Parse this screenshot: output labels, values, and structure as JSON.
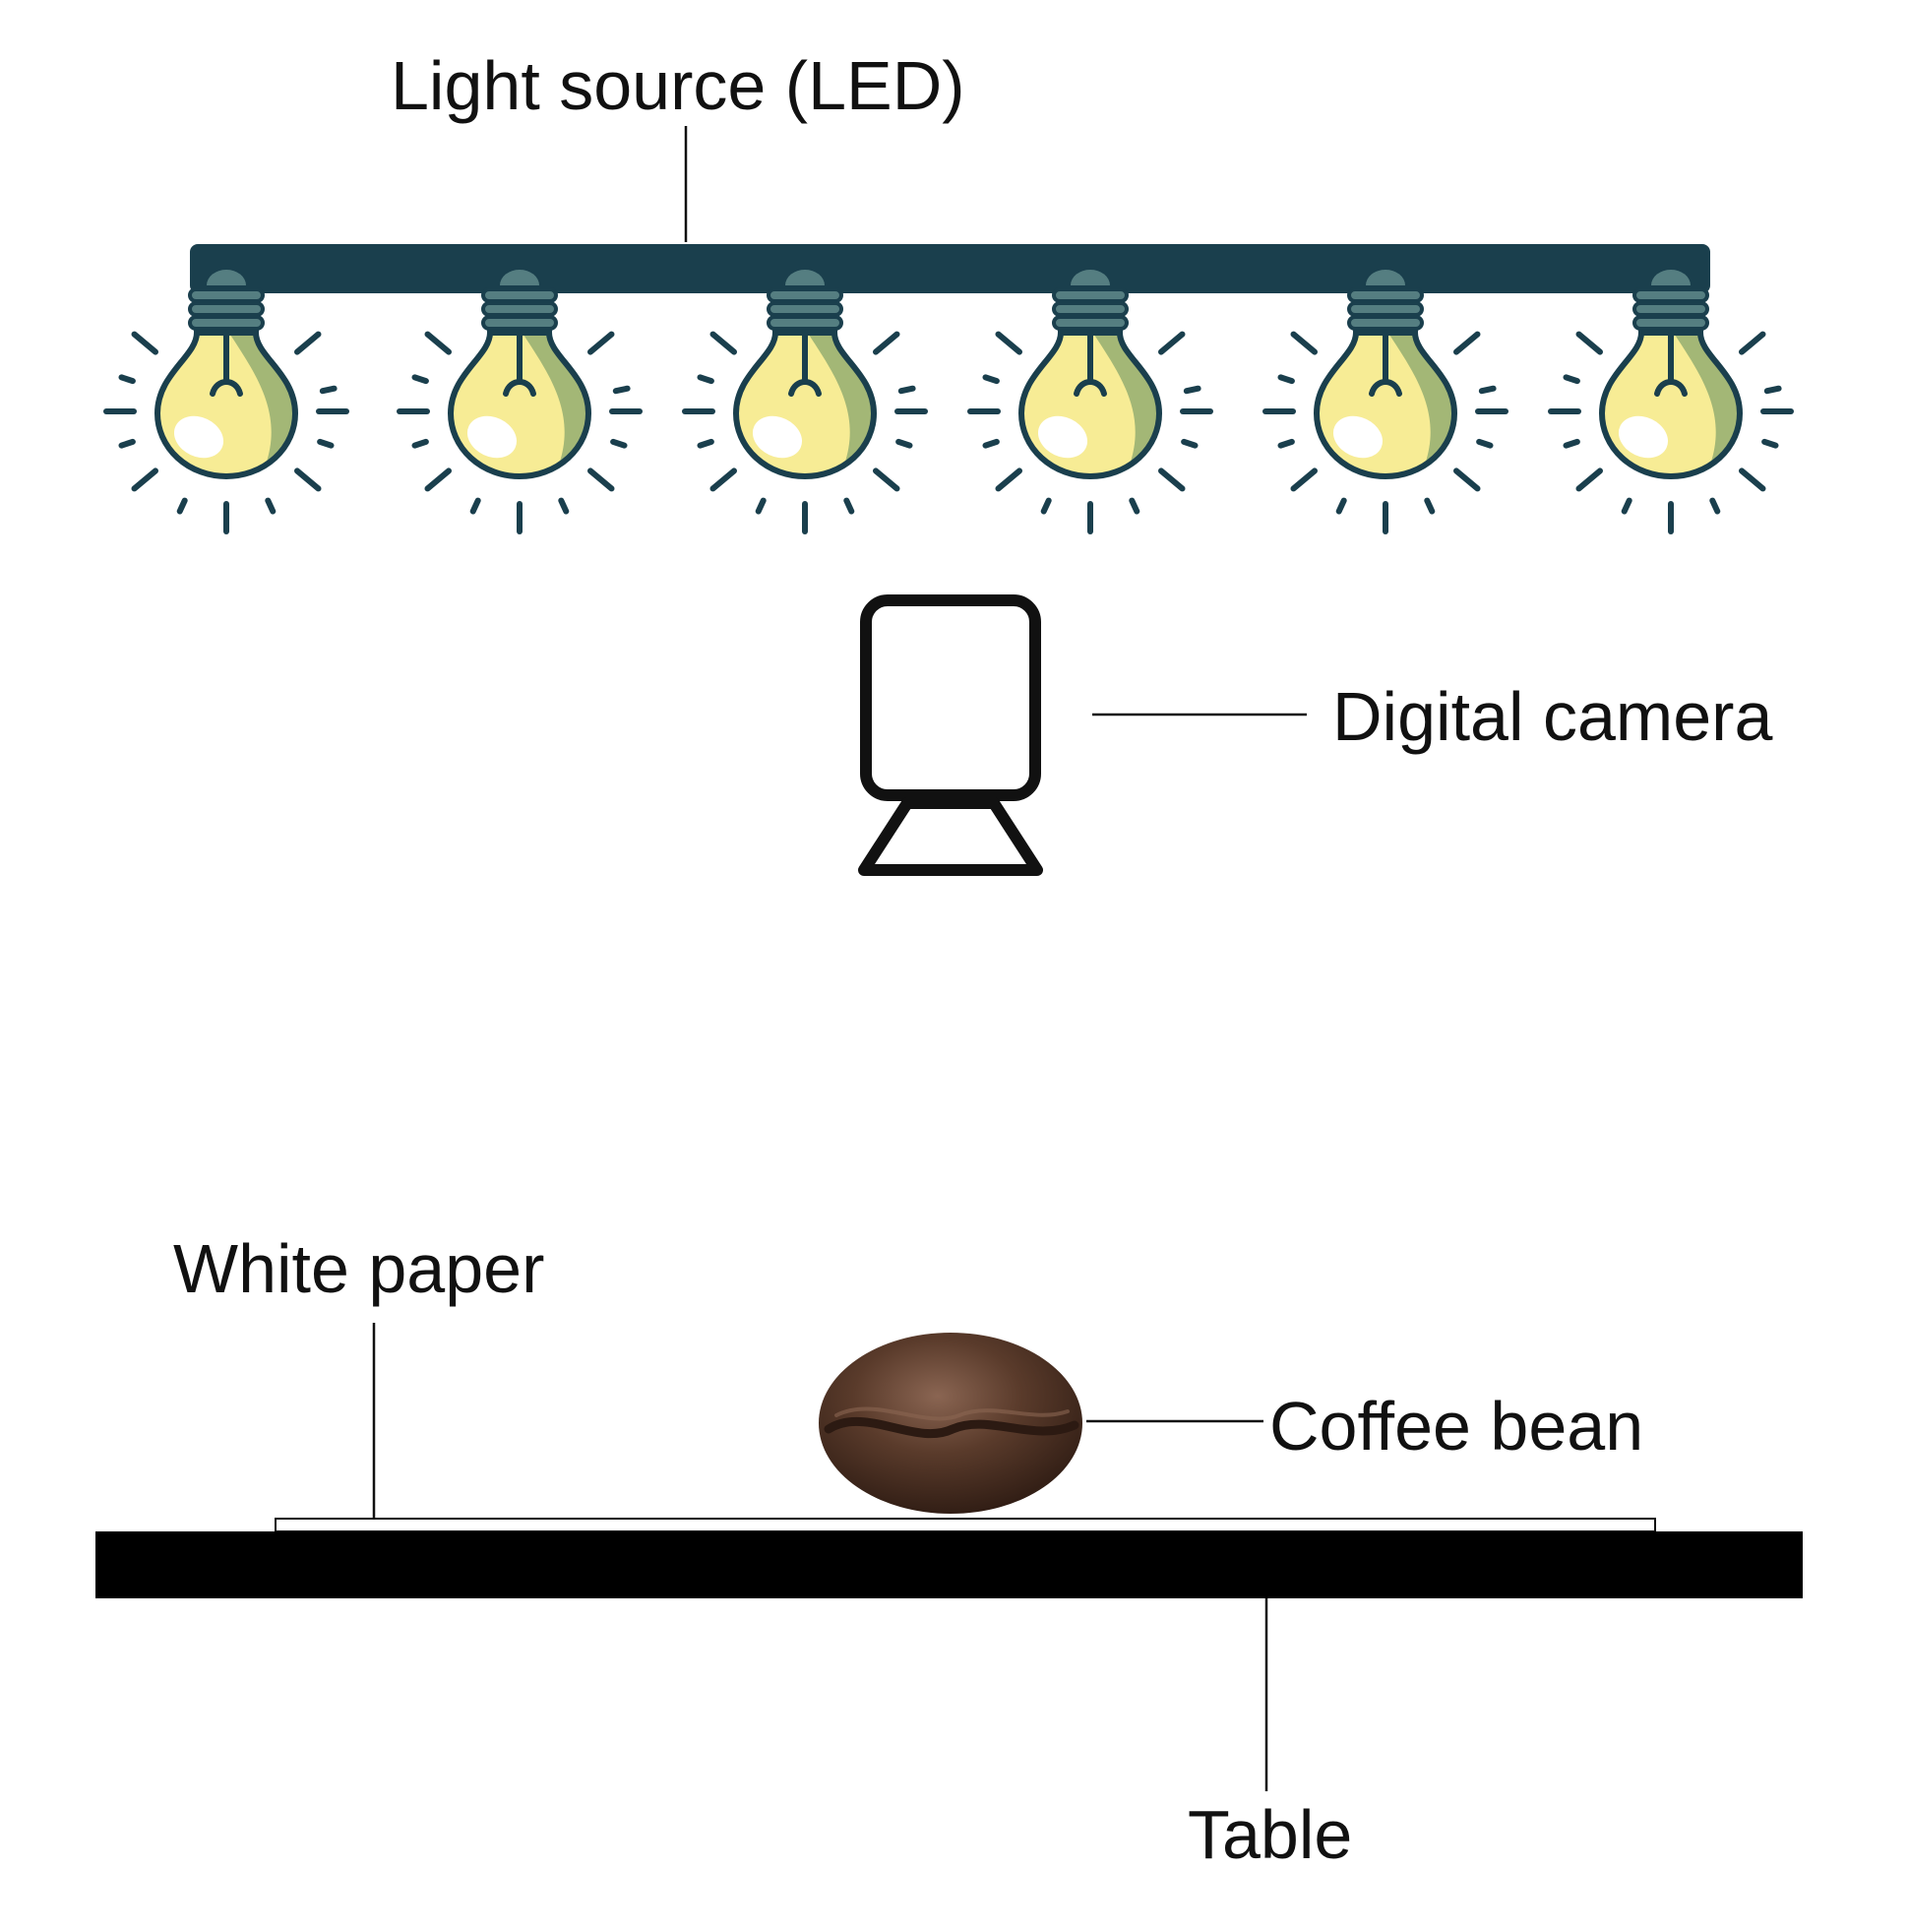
{
  "labels": {
    "light_source": "Light source (LED)",
    "camera": "Digital camera",
    "white_paper": "White paper",
    "coffee_bean": "Coffee bean",
    "table": "Table"
  },
  "led_count": 6,
  "colors": {
    "led_bar": "#1a3f4d",
    "bulb_outline": "#1a3f4d",
    "bulb_fill": "#f7ec95",
    "bulb_shade": "#a3b776",
    "bulb_highlight": "#ffffff",
    "bulb_socket": "#557e81",
    "rays": "#1a3f4d",
    "camera_outline": "#111111",
    "table": "#000000",
    "paper_outline": "#111111",
    "bean_dark": "#2c1a12",
    "bean_mid": "#5a3b2b",
    "bean_light": "#8a6552"
  },
  "icons": {
    "bulb": "light-bulb-icon",
    "camera": "camera-icon",
    "bean": "coffee-bean-image"
  }
}
